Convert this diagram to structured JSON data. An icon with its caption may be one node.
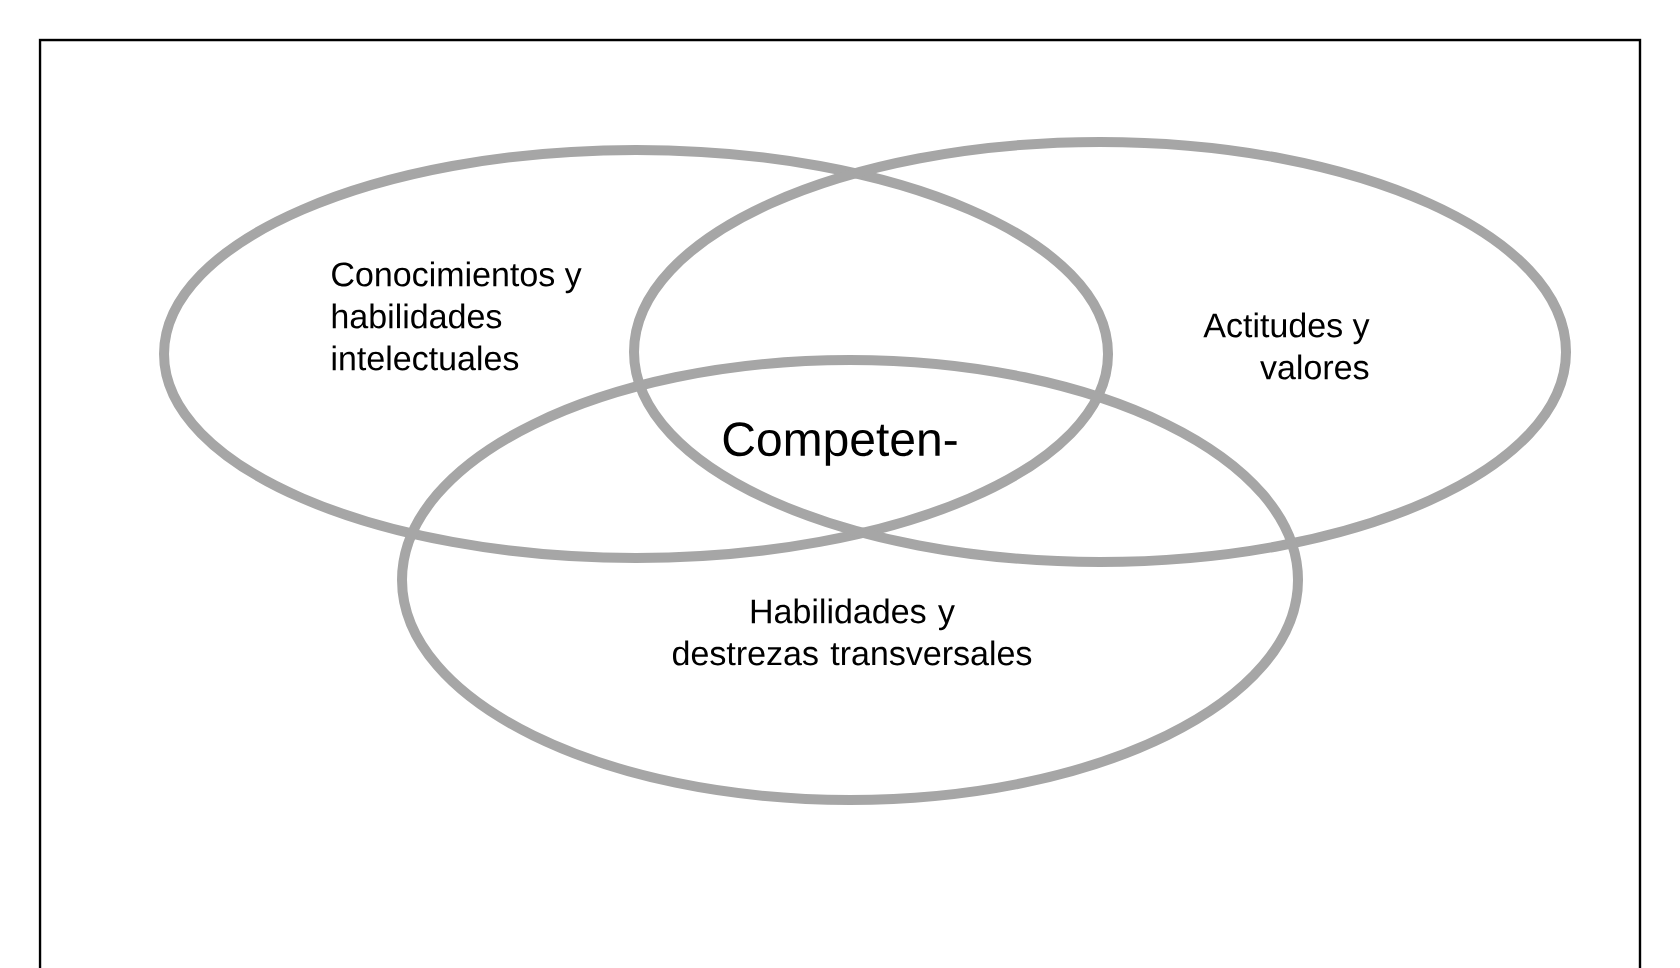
{
  "diagram": {
    "nodes": [
      {
        "text": [
          "Conocimientos y habilidades intelectuales"
        ]
      },
      {
        "text": [
          "Actitudes y valores"
        ]
      },
      {
        "text": [
          "Habilidades y destrezas transversales"
        ]
      }
    ],
    "labels": [
      "Competen-"
    ]
  }
}
